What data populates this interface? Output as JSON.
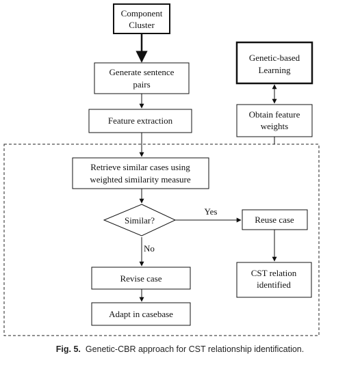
{
  "diagram": {
    "nodes": {
      "component_cluster": [
        "Component",
        "Cluster"
      ],
      "generate_pairs": [
        "Generate sentence",
        "pairs"
      ],
      "feature_extraction": [
        "Feature extraction"
      ],
      "retrieve_cases": [
        "Retrieve similar cases using",
        "weighted similarity measure"
      ],
      "similar": [
        "Similar?"
      ],
      "reuse_case": [
        "Reuse case"
      ],
      "cst_identified": [
        "CST relation",
        "identified"
      ],
      "revise_case": [
        "Revise case"
      ],
      "adapt_casebase": [
        "Adapt in casebase"
      ],
      "genetic_learning": [
        "Genetic-based",
        "Learning"
      ],
      "obtain_weights": [
        "Obtain feature",
        "weights"
      ]
    },
    "edge_labels": {
      "yes": "Yes",
      "no": "No"
    }
  },
  "caption": {
    "label": "Fig. 5.",
    "text": "Genetic-CBR approach for CST relationship identification."
  }
}
